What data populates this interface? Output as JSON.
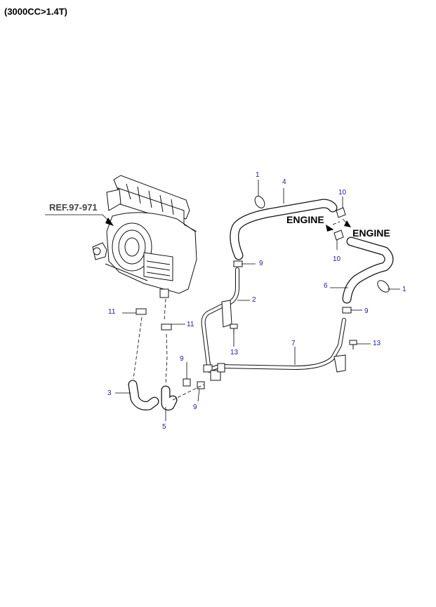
{
  "header": {
    "title": "(3000CC>1.4T)"
  },
  "reference": {
    "label": "REF.97-971"
  },
  "engine_labels": [
    "ENGINE",
    "ENGINE"
  ],
  "callouts": {
    "c1_top": "1",
    "c4": "4",
    "c10_top": "10",
    "c10_bottom": "10",
    "c9_top": "9",
    "c6": "6",
    "c1_right": "1",
    "c9_right": "9",
    "c2": "2",
    "c11_left": "11",
    "c11_mid": "11",
    "c13_mid": "13",
    "c13_right": "13",
    "c7": "7",
    "c9_mid": "9",
    "c9_low": "9",
    "c3": "3",
    "c5": "5"
  },
  "colors": {
    "callout": "#1a1aa8",
    "line": "#111111",
    "background": "#ffffff"
  }
}
